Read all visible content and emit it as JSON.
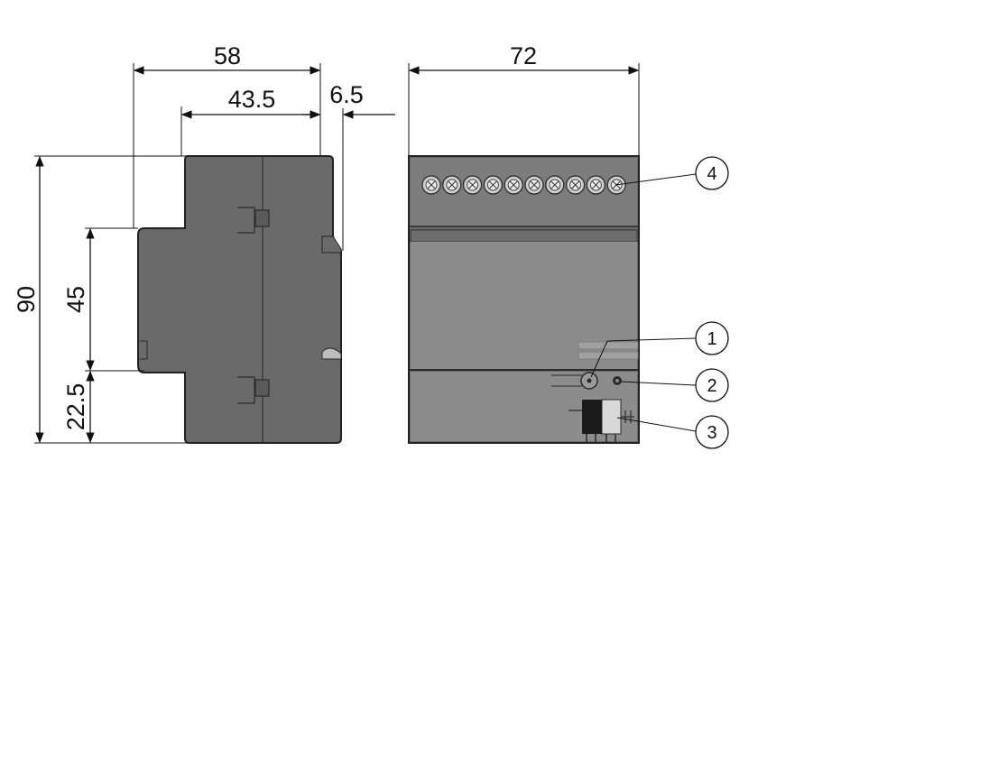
{
  "dimensions": {
    "side_width": "58",
    "side_depth": "43.5",
    "side_offset": "6.5",
    "front_width": "72",
    "height_total": "90",
    "height_mid": "45",
    "height_low": "22.5"
  },
  "callouts": [
    "1",
    "2",
    "3",
    "4"
  ],
  "colors": {
    "housing": "#6b6b6b",
    "front_panel": "#8c8c8c",
    "label_strip": "#6e6e6e",
    "lines": "#111111"
  }
}
